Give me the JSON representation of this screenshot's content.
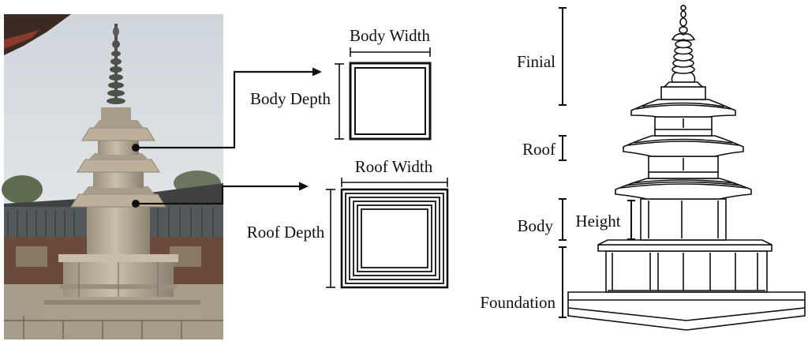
{
  "plan_labels": {
    "body_width": "Body Width",
    "body_depth": "Body Depth",
    "roof_width": "Roof Width",
    "roof_depth": "Roof Depth"
  },
  "elevation_labels": {
    "finial": "Finial",
    "roof": "Roof",
    "body": "Body",
    "height": "Height",
    "foundation": "Foundation"
  },
  "colors": {
    "line": "#111111",
    "sky": "#dfe3e6",
    "stone": "#b7ab97",
    "tile_roof": "#4f5153"
  }
}
